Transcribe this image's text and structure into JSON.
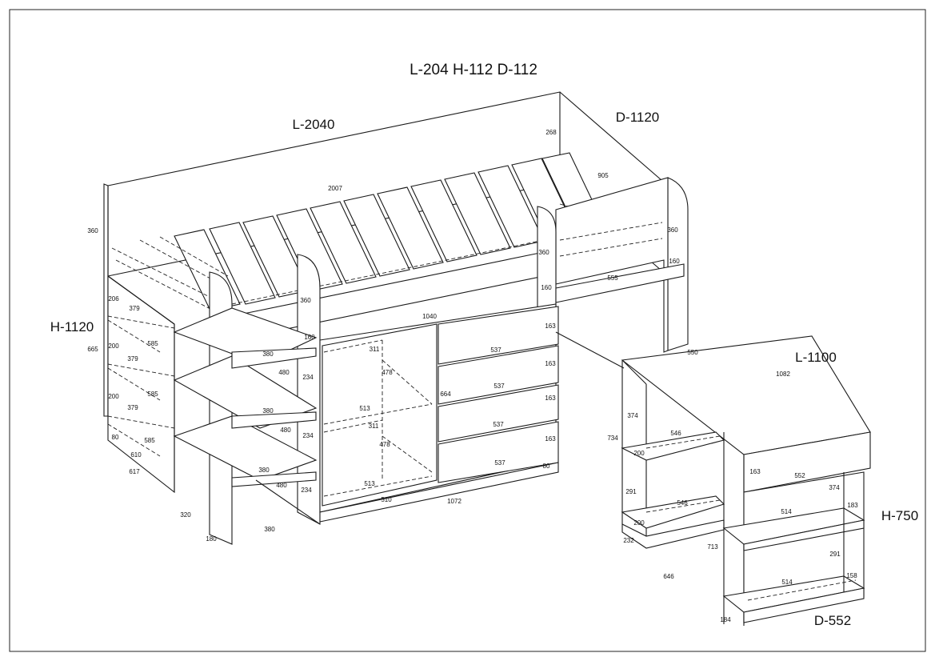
{
  "title": "L-204 H-112 D-112",
  "bed": {
    "length_label": "L-2040",
    "depth_label": "D-1120",
    "height_label": "H-1120"
  },
  "desk": {
    "length_label": "L-1100",
    "height_label": "H-750",
    "depth_label": "D-552"
  },
  "dimensions": [
    "268",
    "905",
    "2007",
    "360",
    "360",
    "360",
    "360",
    "160",
    "160",
    "160",
    "555",
    "206",
    "379",
    "665",
    "200",
    "585",
    "379",
    "200",
    "585",
    "379",
    "80",
    "585",
    "610",
    "617",
    "380",
    "480",
    "234",
    "380",
    "480",
    "234",
    "380",
    "480",
    "234",
    "320",
    "380",
    "180",
    "1040",
    "311",
    "478",
    "513",
    "311",
    "478",
    "513",
    "510",
    "1072",
    "664",
    "163",
    "537",
    "163",
    "537",
    "163",
    "537",
    "163",
    "537",
    "80",
    "550",
    "1082",
    "374",
    "734",
    "546",
    "200",
    "291",
    "546",
    "200",
    "232",
    "713",
    "646",
    "163",
    "552",
    "374",
    "183",
    "514",
    "291",
    "514",
    "158",
    "184"
  ]
}
